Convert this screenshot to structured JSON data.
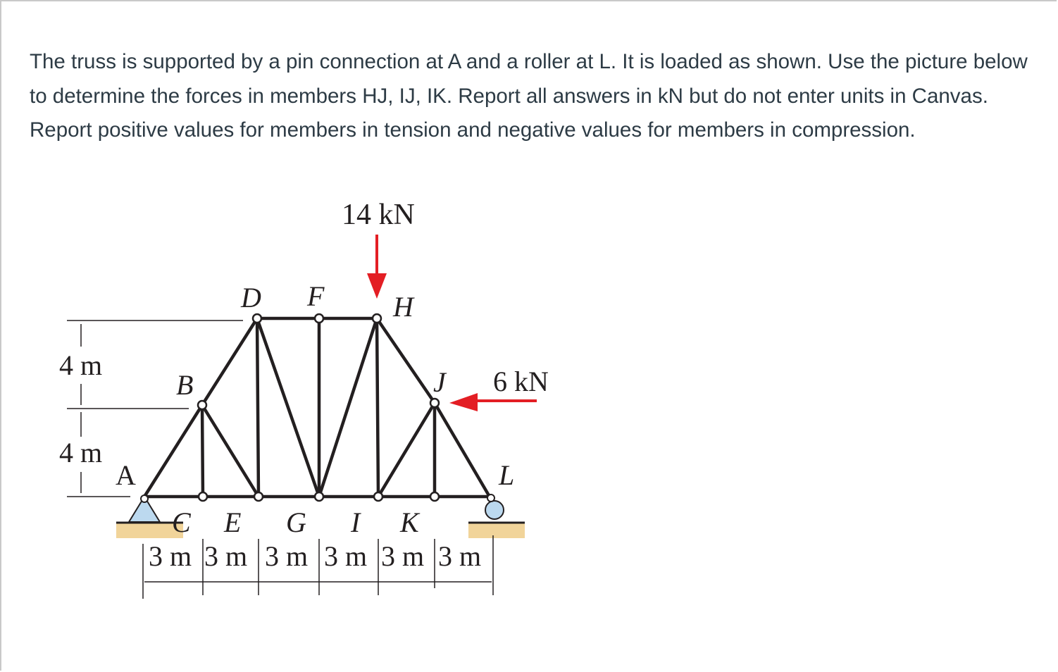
{
  "question": {
    "text": "The truss is supported by a pin connection at A and a roller at L.  It is loaded as shown.  Use the picture below to determine the forces in members HJ, IJ, IK. Report all answers in kN but do not enter units in Canvas.  Report positive values for members in tension and negative values for members in compression."
  },
  "figure": {
    "loads": {
      "vertical": "14 kN",
      "horizontal": "6 kN"
    },
    "joints": {
      "A": "A",
      "B": "B",
      "C": "C",
      "D": "D",
      "E": "E",
      "F": "F",
      "G": "G",
      "H": "H",
      "I": "I",
      "J": "J",
      "K": "K",
      "L": "L"
    },
    "heights": [
      "4 m",
      "4 m"
    ],
    "spans": [
      "3 m",
      "3 m",
      "3 m",
      "3 m",
      "3 m",
      "3 m"
    ],
    "colors": {
      "member": "#231f20",
      "load": "#e31e24",
      "ground": "#f1d49a",
      "pin": "#bcd9ef",
      "roller": "#bcd9ef"
    }
  }
}
